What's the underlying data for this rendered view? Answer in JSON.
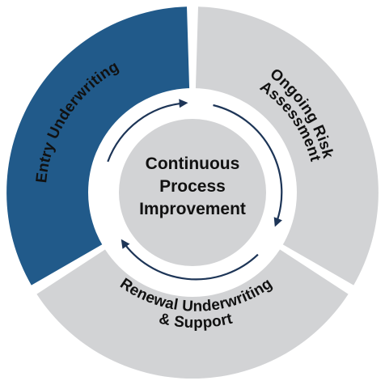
{
  "center": {
    "lines": [
      "Continuous",
      "Process",
      "Improvement"
    ]
  },
  "segments": [
    {
      "key": "entry",
      "label_lines": [
        "Entry Underwriting"
      ],
      "fill": "#215a8a",
      "text_color": "#111111"
    },
    {
      "key": "ongoing",
      "label_lines": [
        "Ongoing Risk",
        "Assessment"
      ],
      "fill": "#d2d3d5",
      "text_color": "#111111"
    },
    {
      "key": "renewal",
      "label_lines": [
        "Renewal Underwriting",
        "& Support"
      ],
      "fill": "#d2d3d5",
      "text_color": "#111111"
    }
  ],
  "colors": {
    "inner_disc": "#d2d3d5",
    "arrow": "#1d3557",
    "gap": "#ffffff"
  },
  "arrows": {
    "icon": "circular-arrow-icon",
    "count": 3
  }
}
